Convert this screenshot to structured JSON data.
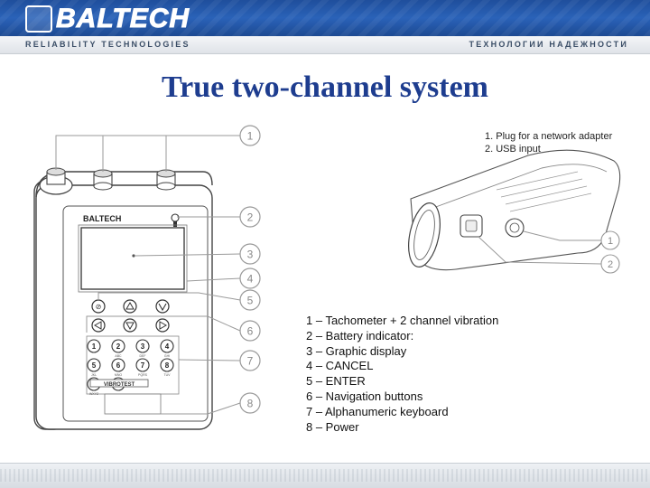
{
  "header": {
    "brand": "BALTECH",
    "tagline_left": "RELIABILITY TECHNOLOGIES",
    "tagline_right": "ТЕХНОЛОГИИ НАДЕЖНОСТИ"
  },
  "title": "True two-channel system",
  "device": {
    "brand": "BALTECH",
    "model_plate": "VIBROTEST",
    "keys": [
      {
        "digit": "1",
        "sub": ""
      },
      {
        "digit": "2",
        "sub": "ABC"
      },
      {
        "digit": "3",
        "sub": "DEF"
      },
      {
        "digit": "4",
        "sub": "GHI"
      },
      {
        "digit": "5",
        "sub": "JKL"
      },
      {
        "digit": "6",
        "sub": "MNO"
      },
      {
        "digit": "7",
        "sub": "PQRS"
      },
      {
        "digit": "8",
        "sub": "TUV"
      },
      {
        "digit": "9",
        "sub": "WXYZ"
      },
      {
        "digit": "0",
        "sub": "_"
      }
    ]
  },
  "callouts_left": [
    "1",
    "2",
    "3",
    "4",
    "5",
    "6",
    "7",
    "8"
  ],
  "callouts_right": [
    "1",
    "2"
  ],
  "usb_note": [
    "1. Plug for a network adapter",
    "2. USB input"
  ],
  "legend": [
    "1 – Tachometer + 2 channel vibration",
    "2 – Battery indicator:",
    "3 – Graphic display",
    "4 – CANCEL",
    "5 – ENTER",
    "6 – Navigation buttons",
    "7 – Alphanumeric keyboard",
    "8 – Power"
  ],
  "colors": {
    "brand_blue": "#1e3d8f",
    "header_blue": "#2a62b8",
    "line_gray": "#9a9a9a",
    "device_stroke": "#444444"
  }
}
